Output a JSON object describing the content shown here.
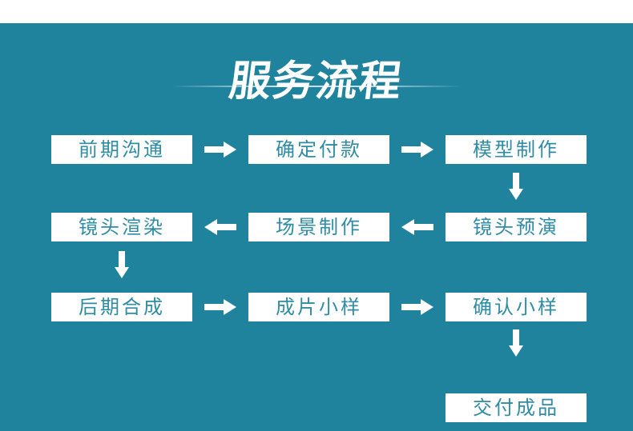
{
  "title": {
    "text": "服务流程"
  },
  "colors": {
    "page_background": "#ffffff",
    "panel_background": "#1F839E",
    "box_background": "#ffffff",
    "box_text": "#2F8CA4",
    "arrow": "#ffffff",
    "title_text": "#ffffff"
  },
  "flow": {
    "rows": [
      {
        "direction": "right",
        "boxes": [
          "前期沟通",
          "确定付款",
          "模型制作"
        ]
      },
      {
        "direction": "left",
        "boxes": [
          "镜头渲染",
          "场景制作",
          "镜头预演"
        ]
      },
      {
        "direction": "right",
        "boxes": [
          "后期合成",
          "成片小样",
          "确认小样"
        ]
      },
      {
        "direction": "end",
        "boxes": [
          "交付成品"
        ]
      }
    ]
  }
}
